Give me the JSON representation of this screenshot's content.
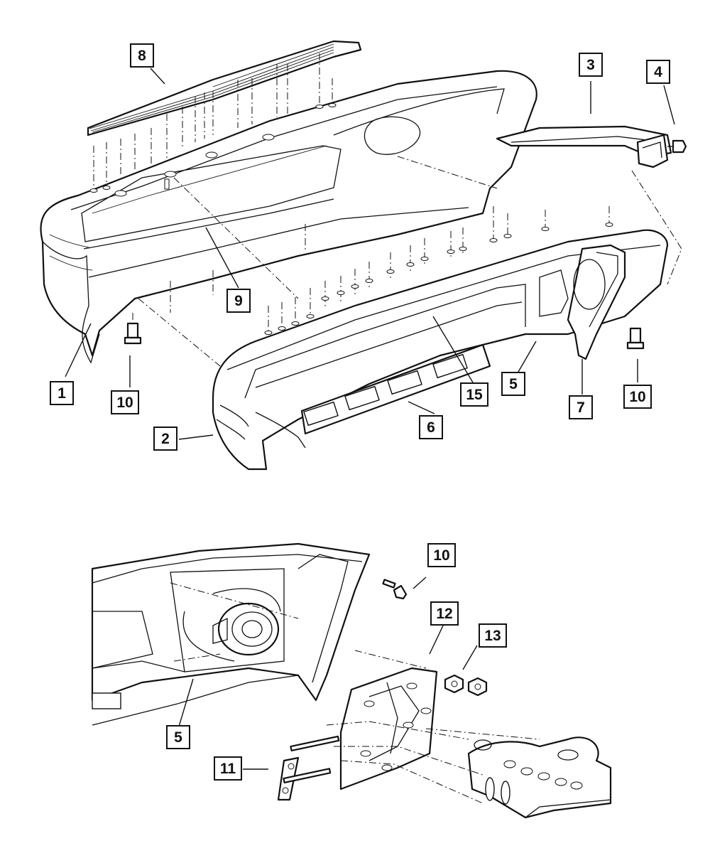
{
  "callouts": {
    "c1": "1",
    "c2": "2",
    "c3": "3",
    "c4": "4",
    "c5a": "5",
    "c5b": "5",
    "c6": "6",
    "c7": "7",
    "c8": "8",
    "c9": "9",
    "c10a": "10",
    "c10b": "10",
    "c10c": "10",
    "c11": "11",
    "c12": "12",
    "c13": "13",
    "c15": "15"
  }
}
